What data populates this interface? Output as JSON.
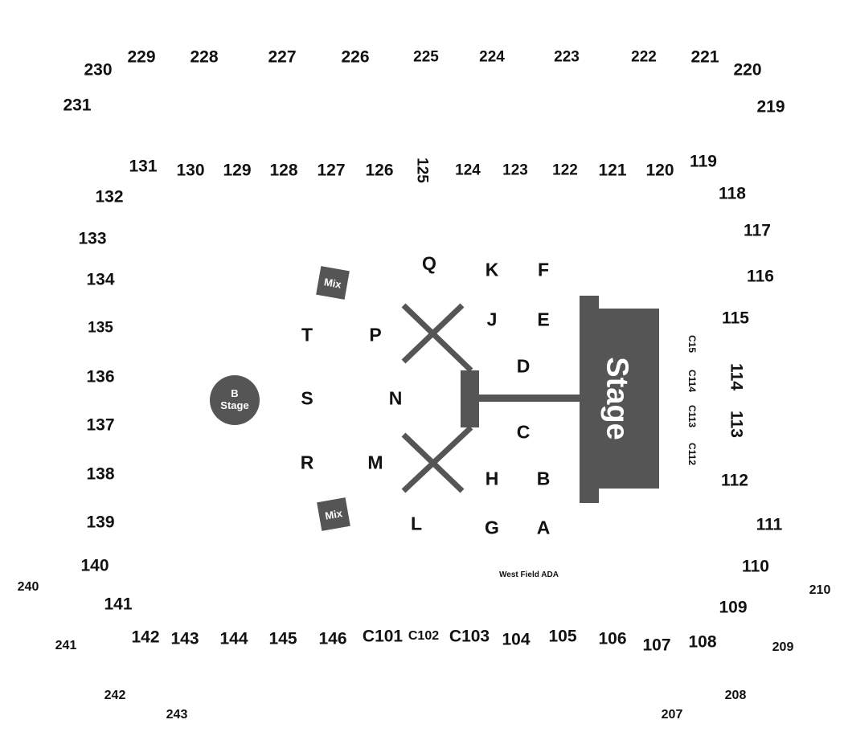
{
  "sections": {
    "upper_200s": [
      "230",
      "229",
      "228",
      "227",
      "226",
      "225",
      "224",
      "223",
      "222",
      "221",
      "220",
      "231",
      "219",
      "240",
      "241",
      "242",
      "243",
      "210",
      "209",
      "208",
      "207"
    ],
    "lower_100s": [
      "131",
      "130",
      "129",
      "128",
      "127",
      "126",
      "125",
      "124",
      "123",
      "122",
      "121",
      "120",
      "119",
      "118",
      "117",
      "116",
      "115",
      "114",
      "113",
      "112",
      "111",
      "110",
      "109",
      "108",
      "107",
      "106",
      "105",
      "104",
      "C103",
      "C102",
      "C101",
      "146",
      "145",
      "144",
      "143",
      "142",
      "141",
      "140",
      "139",
      "138",
      "137",
      "136",
      "135",
      "134",
      "133",
      "132"
    ],
    "floor": [
      "Q",
      "K",
      "F",
      "J",
      "E",
      "T",
      "P",
      "D",
      "S",
      "N",
      "C",
      "R",
      "M",
      "H",
      "B",
      "L",
      "G",
      "A"
    ],
    "stage_side": [
      "C15",
      "C114",
      "C113",
      "C112"
    ]
  },
  "labels": {
    "stage": "Stage",
    "b_stage_line1": "B",
    "b_stage_line2": "Stage",
    "mix_top": "Mix",
    "mix_bottom": "Mix",
    "ada": "West Field ADA"
  },
  "colors": {
    "fixture": "#555555",
    "text": "#111111"
  }
}
